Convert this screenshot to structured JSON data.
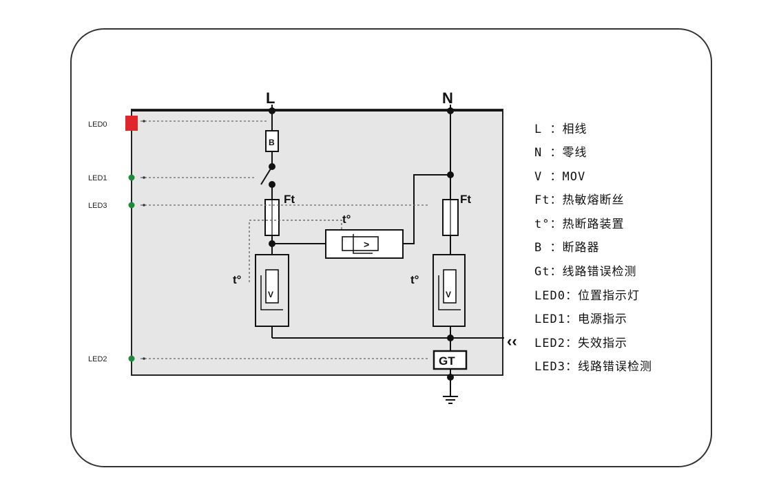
{
  "terminals": {
    "line": "L",
    "neutral": "N"
  },
  "components": {
    "breaker": "B",
    "fuse_left": "Ft",
    "fuse_right": "Ft",
    "thermal_top": "t°",
    "thermal_left": "t°",
    "thermal_right": "t°",
    "mov_left": "V",
    "mov_right": "V",
    "indicator": ">",
    "gas_tube": "GT"
  },
  "leds": {
    "led0": "LED0",
    "led1": "LED1",
    "led3": "LED3",
    "led2": "LED2"
  },
  "colors": {
    "led0": "#e0262a",
    "led_green": "#1f8a3c",
    "panel": "#e6e6e6"
  },
  "legend": [
    "L ：相线",
    "N ：零线",
    "V ：MOV",
    "Ft：热敏熔断丝",
    "t°：热断路装置",
    "B ：断路器",
    "Gt：线路错误检测",
    "LED0：位置指示灯",
    "LED1：电源指示",
    "LED2：失效指示",
    "LED3：线路错误检测"
  ],
  "output_marker": "‹‹"
}
